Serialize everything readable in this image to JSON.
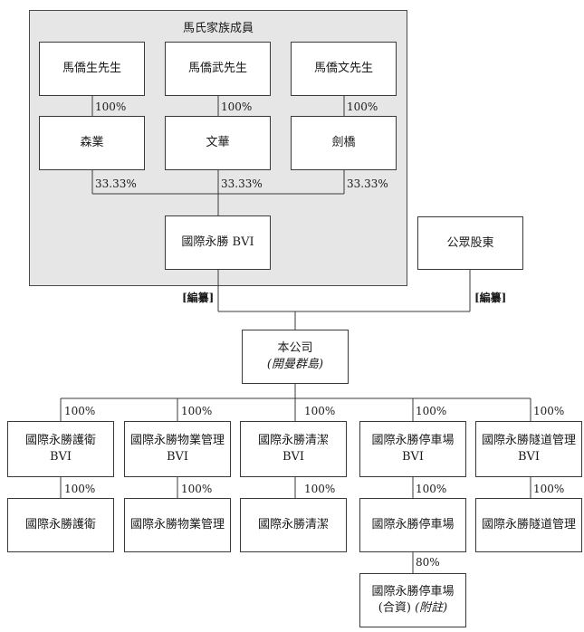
{
  "family_title": "馬氏家族成員",
  "persons": [
    "馬僑生先生",
    "馬僑武先生",
    "馬僑文先生"
  ],
  "person_pct": [
    "100%",
    "100%",
    "100%"
  ],
  "holdcos": [
    "森業",
    "文華",
    "劍橋"
  ],
  "holdco_pct": [
    "33.33%",
    "33.33%",
    "33.33%"
  ],
  "bvi_parent": "國際永勝 BVI",
  "public": "公眾股東",
  "redacted": [
    "[編纂]",
    "[編纂]"
  ],
  "company": {
    "name": "本公司",
    "sub": "(開曼群島)"
  },
  "sub_bvi": [
    "國際永勝護衛\nBVI",
    "國際永勝物業管理\nBVI",
    "國際永勝清潔\nBVI",
    "國際永勝停車場\nBVI",
    "國際永勝隧道管理\nBVI"
  ],
  "sub_bvi_pct": [
    "100%",
    "100%",
    "100%",
    "100%",
    "100%"
  ],
  "ops": [
    "國際永勝護衛",
    "國際永勝物業管理",
    "國際永勝清潔",
    "國際永勝停車場",
    "國際永勝隧道管理"
  ],
  "ops_pct": [
    "100%",
    "100%",
    "100%",
    "100%",
    "100%"
  ],
  "jv_pct": "80%",
  "jv": {
    "name": "國際永勝停車場",
    "sub_a": "(合資)",
    "sub_b": "(附註)"
  }
}
